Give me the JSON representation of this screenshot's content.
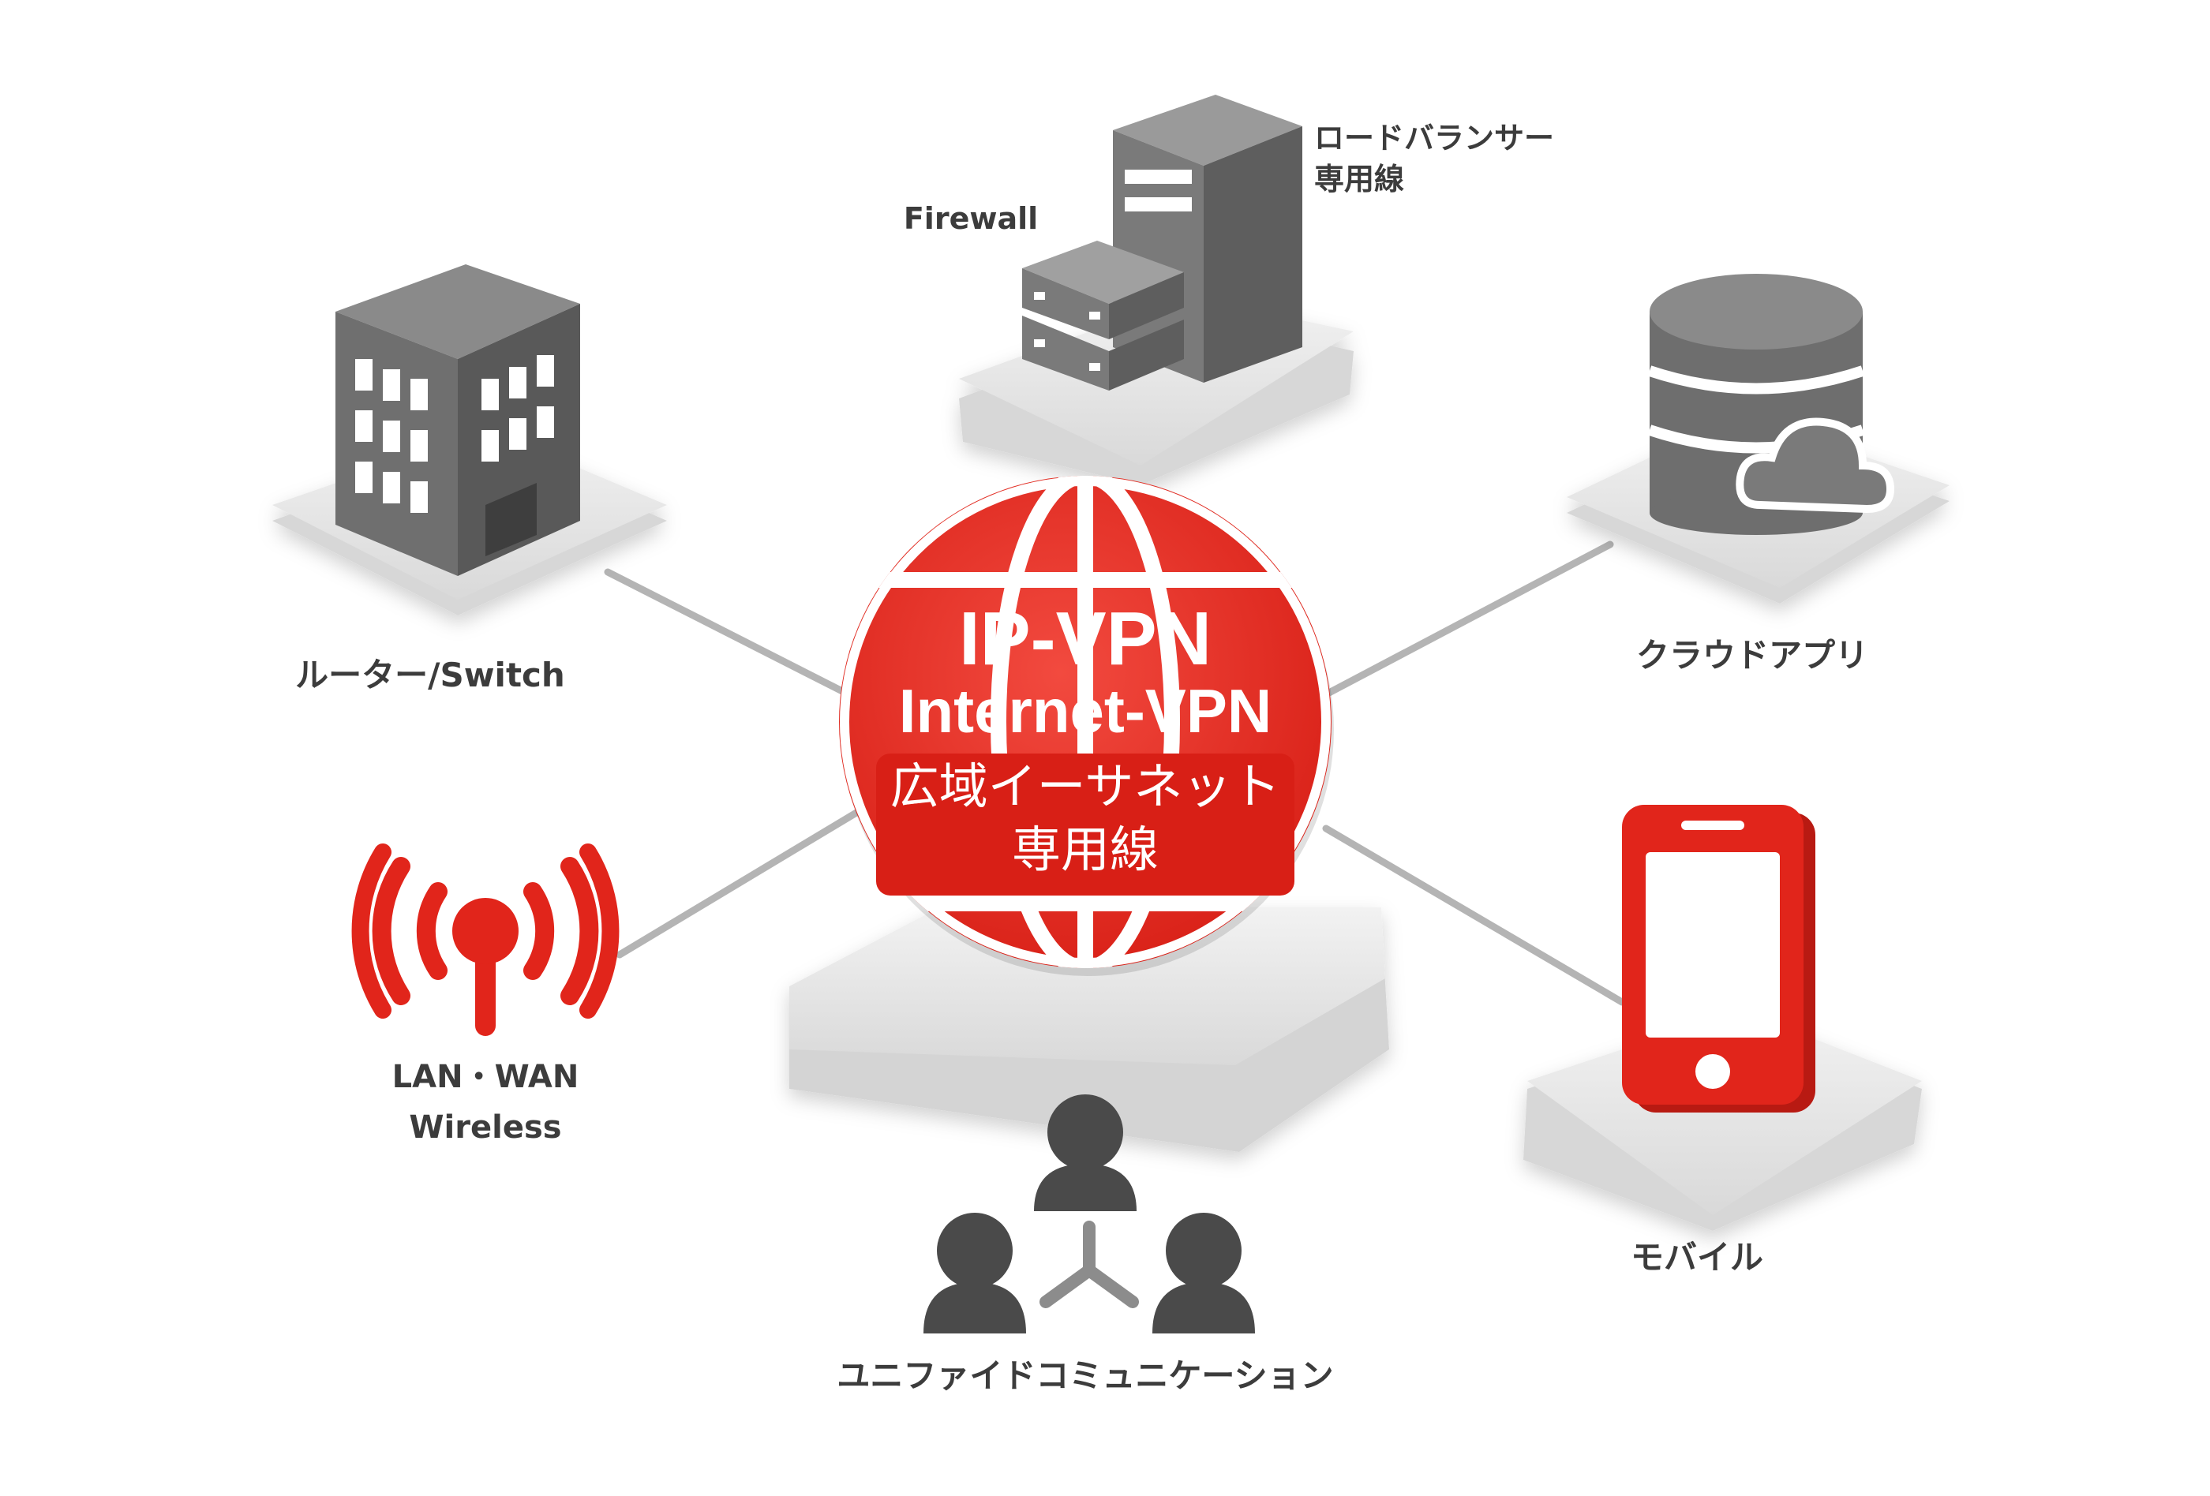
{
  "colors": {
    "accent_red": "#e1251b",
    "icon_gray": "#6f6f6f",
    "icon_gray_dark": "#555555",
    "platform": "#e6e6e6",
    "label_text": "#3c3c3c",
    "connector": "#b4b4b4"
  },
  "hub": {
    "line1": "IP-VPN",
    "line2": "Internet-VPN",
    "line3": "広域イーサネット",
    "line4": "専用線"
  },
  "nodes": {
    "router": {
      "label": "ルーター/Switch",
      "icon": "office-building-icon"
    },
    "firewall": {
      "label": "Firewall",
      "icon": "server-stack-icon"
    },
    "loadbalancer": {
      "line1": "ロードバランサー",
      "line2": "専用線"
    },
    "cloud": {
      "label": "クラウドアプリ",
      "icon": "database-cloud-icon"
    },
    "wireless": {
      "line1": "LAN・WAN",
      "line2": "Wireless",
      "icon": "wireless-antenna-icon"
    },
    "mobile": {
      "label": "モバイル",
      "icon": "smartphone-icon"
    },
    "unified": {
      "label": "ユニファイドコミュニケーション",
      "icon": "people-network-icon"
    }
  }
}
